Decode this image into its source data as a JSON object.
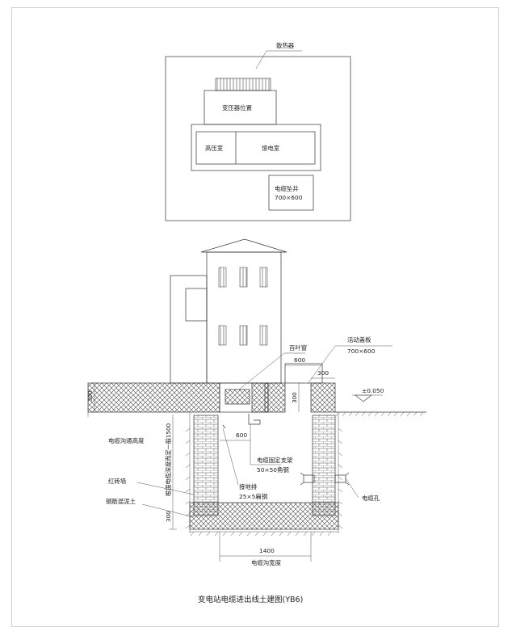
{
  "plan": {
    "radiator_label": "散热器",
    "transformer_label": "变压器位置",
    "hv_room_label": "高压室",
    "feeder_room_label": "馈电室",
    "cable_pit_label": "电缆坠井",
    "cable_pit_size": "700×600"
  },
  "section": {
    "louver_label": "百叶窗",
    "cover_label": "活动盖板",
    "cover_size": "700×600",
    "elevation_label": "±0.050",
    "dim_600_top": "600",
    "dim_300_top": "300",
    "dim_300_side": "300",
    "dim_300_left": "300",
    "dim_600_mid": "600",
    "trench_height_label": "电缆沟通高度",
    "vertical_note": "根据电缆深度而定一般1500",
    "bracket_label": "电缆固定支架",
    "bracket_spec": "50×50角钢",
    "ground_bar_label": "接地排",
    "ground_bar_spec": "25×5扁钢",
    "brick_wall_label": "红砖墙",
    "concrete_label": "钢筋混泥土",
    "cable_hole_label": "电缆孔",
    "dim_300_bottom": "300",
    "width_value": "1400",
    "width_label": "电缆沟宽度"
  },
  "caption": "变电站电缆进出线土建图(YB6)"
}
